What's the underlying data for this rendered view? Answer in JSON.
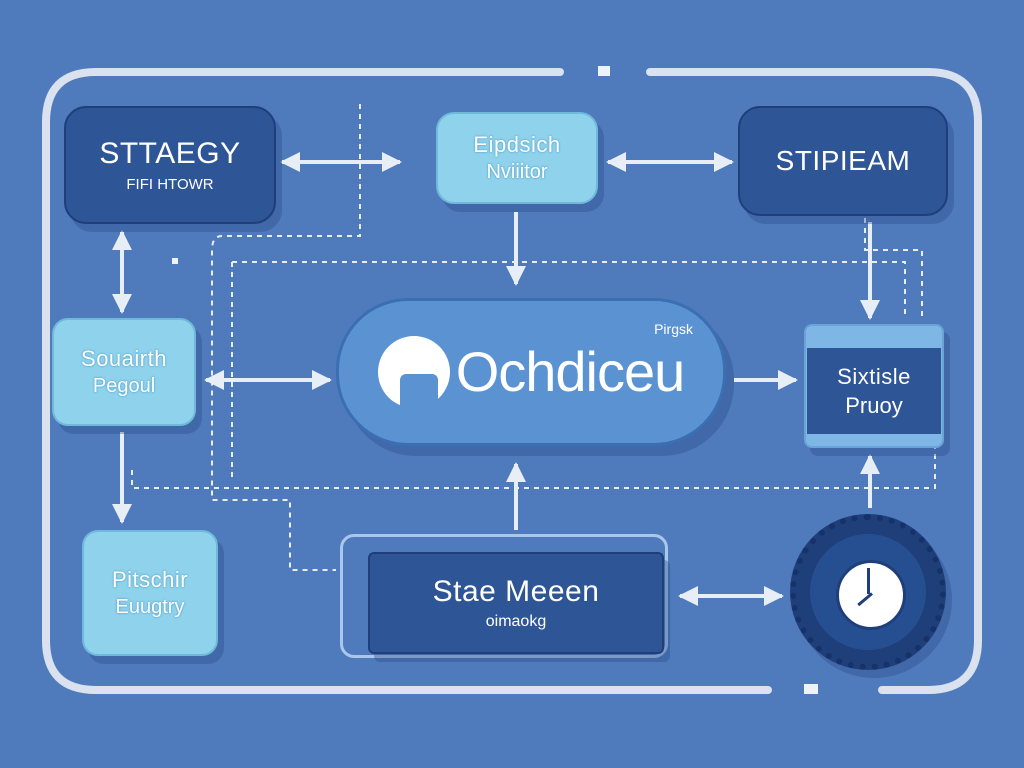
{
  "nodes": {
    "strategy": {
      "title": "STTAEGY",
      "subtitle": "FIFI HTOWR"
    },
    "research": {
      "title": "Eipdsich",
      "subtitle": "Nviiitor"
    },
    "stream": {
      "title": "STIPIEAM"
    },
    "search": {
      "title": "Souairth",
      "subtitle": "Pegoul"
    },
    "core": {
      "title": "Ochdiceu",
      "tag": "Pirgsk"
    },
    "policy": {
      "title": "Sixtisle",
      "subtitle": "Pruoy"
    },
    "pitch": {
      "title": "Pitschir",
      "subtitle": "Euugtry"
    },
    "meeting": {
      "title": "Stae Meeen",
      "subtitle": "oimaokg"
    }
  },
  "colors": {
    "background": "#4f7bbd",
    "dark_node": "#2e5596",
    "light_node": "#8ed2ec",
    "core_node": "#5b93d2",
    "arrow": "#e8eef6",
    "frame": "#d9e2ee"
  },
  "icons": [
    "core-logo-icon",
    "clock-icon"
  ]
}
